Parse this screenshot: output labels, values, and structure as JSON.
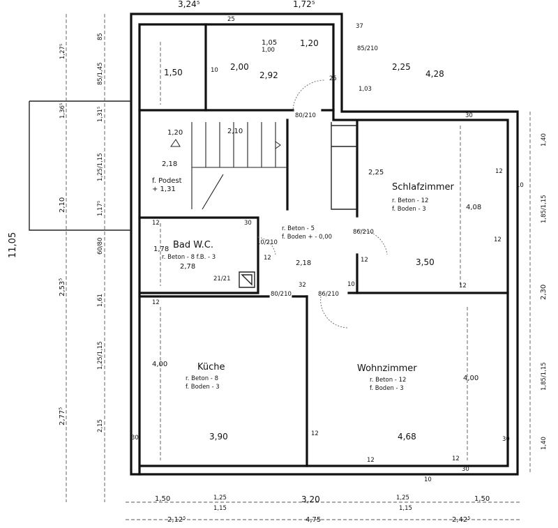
{
  "rooms": {
    "schlafzimmer": {
      "name": "Schlafzimmer",
      "line1": "r. Beton - 12",
      "line2": "f. Boden - 3"
    },
    "bad": {
      "name": "Bad W.C.",
      "line1": "r. Beton - 8  f.B. - 3"
    },
    "kueche": {
      "name": "Küche",
      "line1": "r. Beton - 8",
      "line2": "f. Boden - 3"
    },
    "wohnzimmer": {
      "name": "Wohnzimmer",
      "line1": "r. Beton - 12",
      "line2": "f. Boden - 3"
    },
    "flur": {
      "line1": "r. Beton - 5",
      "line2": "f. Boden + - 0,00"
    },
    "podest": {
      "line1": "f. Podest",
      "line2": "+ 1,31"
    }
  },
  "dimensions": {
    "top_left": "3,24⁵",
    "top_right": "1,72⁵",
    "d_105": "1,05",
    "d_100": "1,00",
    "d_120_top": "1,20",
    "d_150_up": "1,50",
    "d_10": "10",
    "d_200": "2,00",
    "d_292": "2,92",
    "d_25a": "25",
    "d_25b": "25",
    "d_37": "37",
    "d_85_210": "85/210",
    "d_103": "1,03",
    "d_225_r": "2,25",
    "d_428": "4,28",
    "d_80_210_top": "80/210",
    "d_30_top": "30",
    "d_120_st": "1,20",
    "d_210_st": "2,10",
    "d_218": "2,18",
    "d_225_s": "2,25",
    "d_408": "4,08",
    "d_12_s": "12",
    "d_10_s": "10",
    "d_12_bad": "12",
    "d_30_bad": "30",
    "d_10_210": "10/210",
    "d_12_bad2": "12",
    "d_178": "1,78",
    "d_278": "2,78",
    "d_21_21": "21/21",
    "d_86_210": "86/210",
    "d_218_fl": "2,18",
    "d_12_fl": "12",
    "d_350": "3,50",
    "d_12_r1": "12",
    "d_10_fl": "10",
    "d_12_r2": "12",
    "d_32": "32",
    "d_80_210_k": "80/210",
    "d_86_210_w": "86/210",
    "d_12_k": "12",
    "d_400_k": "4,00",
    "d_400_w": "4,00",
    "d_30_k": "30",
    "d_390": "3,90",
    "d_12_mid": "12",
    "d_468": "4,68",
    "d_30_w": "30",
    "d_12_b1": "12",
    "d_12_b2": "12",
    "d_30_b": "30",
    "d_10_b": "10",
    "b_150a": "1,50",
    "b_125a": "1,25",
    "b_115a": "1,15",
    "b_320": "3,20",
    "b_125b": "1,25",
    "b_115b": "1,15",
    "b_150b": "1,50",
    "b_212": "2,12⁵",
    "b_475": "4,75",
    "b_242": "2,42⁵",
    "l_1105": "11,05",
    "l_253": "2,53⁵",
    "l_277": "2,77⁵",
    "l_127": "1,27⁵",
    "l_85": "85",
    "l_85_145": "85/1,45",
    "l_136": "1,36⁵",
    "l_131": "1,31⁵",
    "l_125_115": "1,25/1,15",
    "l_210": "2,10",
    "l_117": "1,17⁵",
    "l_60_80": "60/80",
    "l_161": "1,61",
    "l_125_115b": "1,25/1,15",
    "l_215": "2,15",
    "r_140a": "1,40",
    "r_185": "1,85/1,15",
    "r_230": "2,30",
    "r_185b": "1,85/1,15",
    "r_140b": "1,40"
  }
}
